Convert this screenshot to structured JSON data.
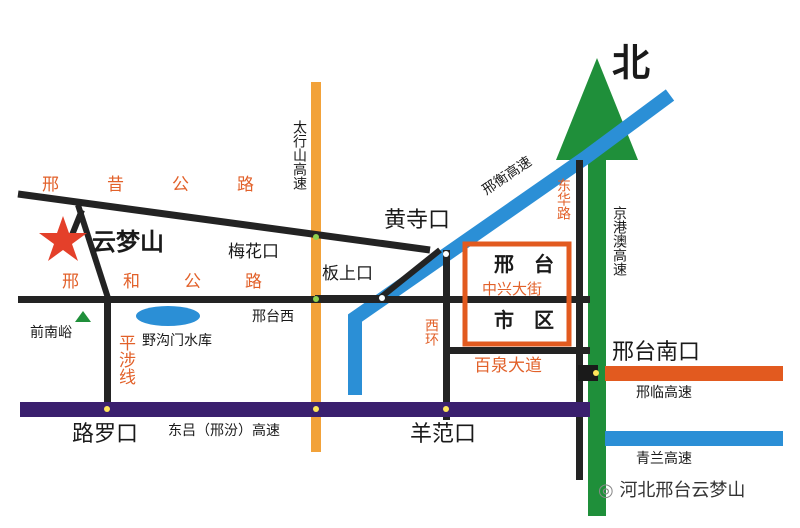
{
  "north": "北",
  "places": {
    "yunmengshan": "云梦山",
    "meihuakou": "梅花口",
    "banshangkou": "板上口",
    "xingtaixi": "邢台西",
    "qiannanyu": "前南峪",
    "reservoir": "野沟门水库",
    "huangsikou": "黄寺口",
    "xingtai_nankou": "邢台南口",
    "luluokou": "路罗口",
    "yangfankou": "羊范口"
  },
  "labels": {
    "xingxi_road": "邢昔公路",
    "xinghe_road": "邢和公路",
    "pingshe_line": "平涉线",
    "taihangshan": "太行山高速",
    "xingheng": "邢衡高速",
    "donghua_road": "东华路",
    "jinggangao": "京港澳高速",
    "xihuan": "西环",
    "baiquan": "百泉大道",
    "xinglin": "邢临高速",
    "qinglan": "青兰高速",
    "donglv": "东吕（邢汾）高速"
  },
  "city": {
    "name": "邢台",
    "street": "中兴大街",
    "district": "市区"
  },
  "watermark": "河北邢台云梦山",
  "colors": {
    "expressway_green": "#1f8f3a",
    "expressway_blue": "#2b8fd6",
    "expressway_orange": "#f2a23a",
    "expressway_purple": "#3a1f6e",
    "expressway_red": "#e25a1f",
    "label_orange": "#e2612a",
    "star_red": "#e4402a"
  }
}
